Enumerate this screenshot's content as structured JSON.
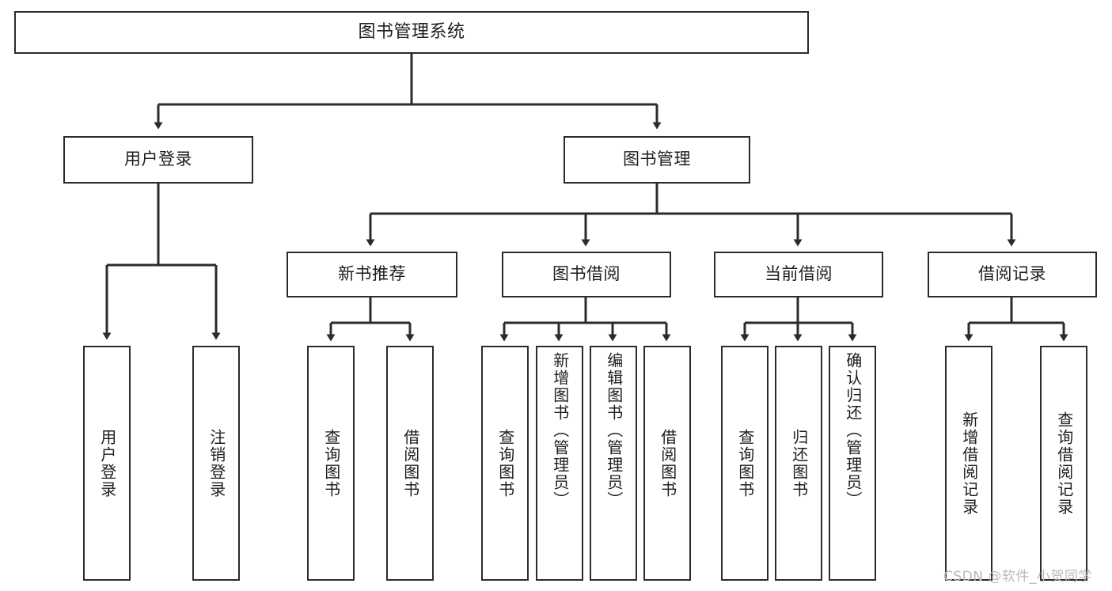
{
  "diagram": {
    "type": "tree-hierarchy-chart",
    "title": "图书管理系统",
    "background_color": "#ffffff",
    "line_color": "#2b2b2b",
    "text_color": "#1d1d1d",
    "nodes": {
      "root": {
        "label": "图书管理系统"
      },
      "level2": [
        {
          "id": "user-login",
          "label": "用户登录"
        },
        {
          "id": "book-manage",
          "label": "图书管理"
        }
      ],
      "level3": [
        {
          "id": "new-book-recommend",
          "label": "新书推荐"
        },
        {
          "id": "book-borrow",
          "label": "图书借阅"
        },
        {
          "id": "current-borrow",
          "label": "当前借阅"
        },
        {
          "id": "borrow-record",
          "label": "借阅记录"
        }
      ],
      "leaves": [
        {
          "id": "leaf-user-login",
          "label": "用户登录",
          "parent": "user-login"
        },
        {
          "id": "leaf-logout-login",
          "label": "注销登录",
          "parent": "user-login"
        },
        {
          "id": "leaf-query-book-1",
          "label": "查询图书",
          "parent": "new-book-recommend"
        },
        {
          "id": "leaf-borrow-book-1",
          "label": "借阅图书",
          "parent": "new-book-recommend"
        },
        {
          "id": "leaf-query-book-2",
          "label": "查询图书",
          "parent": "book-borrow"
        },
        {
          "id": "leaf-add-book",
          "label": "新增图书（管理员）",
          "parent": "book-borrow"
        },
        {
          "id": "leaf-edit-book",
          "label": "编辑图书（管理员）",
          "parent": "book-borrow"
        },
        {
          "id": "leaf-borrow-book-2",
          "label": "借阅图书",
          "parent": "book-borrow"
        },
        {
          "id": "leaf-query-book-3",
          "label": "查询图书",
          "parent": "current-borrow"
        },
        {
          "id": "leaf-return-book",
          "label": "归还图书",
          "parent": "current-borrow"
        },
        {
          "id": "leaf-confirm-return",
          "label": "确认归还（管理员）",
          "parent": "current-borrow"
        },
        {
          "id": "leaf-add-record",
          "label": "新增借阅记录",
          "parent": "borrow-record"
        },
        {
          "id": "leaf-query-record",
          "label": "查询借阅记录",
          "parent": "borrow-record"
        }
      ]
    },
    "watermark": "CSDN @软件_小贺同学"
  }
}
